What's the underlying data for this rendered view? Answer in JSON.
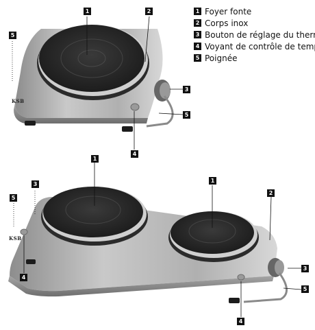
{
  "legend": [
    {
      "num": "1",
      "text": "Foyer fonte"
    },
    {
      "num": "2",
      "text": "Corps inox"
    },
    {
      "num": "3",
      "text": "Bouton de réglage du thermo"
    },
    {
      "num": "4",
      "text": "Voyant de contrôle de tempér"
    },
    {
      "num": "5",
      "text": "Poignée"
    }
  ],
  "brand": "KSB",
  "single_plate_callouts": [
    "1",
    "2",
    "3",
    "4",
    "5",
    "5"
  ],
  "double_plate_callouts": [
    "1",
    "1",
    "2",
    "3",
    "3",
    "4",
    "4",
    "5",
    "5"
  ]
}
